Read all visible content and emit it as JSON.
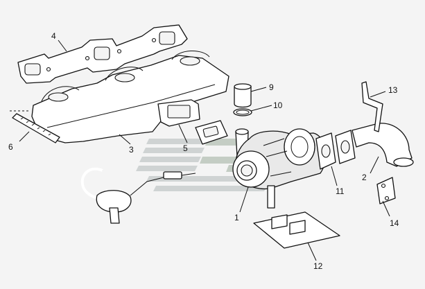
{
  "callouts": {
    "c1": "1",
    "c2": "2",
    "c3": "3",
    "c4": "4",
    "c5": "5",
    "c6": "6",
    "c9": "9",
    "c10": "10",
    "c11": "11",
    "c12": "12",
    "c13": "13",
    "c14": "14"
  },
  "colors": {
    "background": "#f4f4f4",
    "line": "#111111",
    "watermark_gray": "#cfd3d3",
    "watermark_green": "#c4cdc4"
  }
}
